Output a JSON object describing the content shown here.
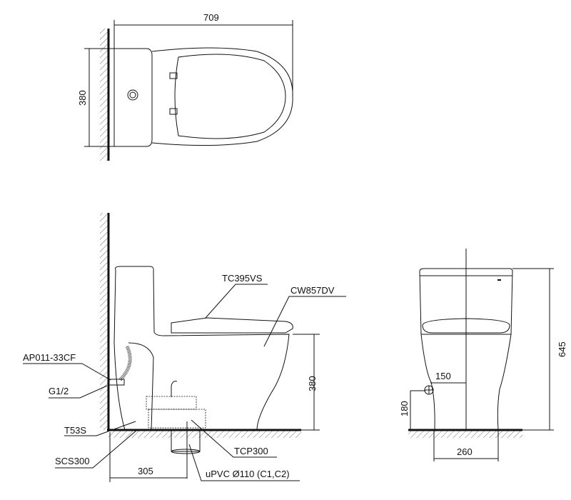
{
  "top_view": {
    "width_dim": "709",
    "depth_dim": "380"
  },
  "side_view": {
    "labels": {
      "seat": "TC395VS",
      "bowl": "CW857DV",
      "angle_valve": "AP011-33CF",
      "inlet": "G1/2",
      "bolt": "T53S",
      "flange": "SCS300",
      "connector": "TCP300",
      "pipe": "uPVC Ø110 (C1,C2)"
    },
    "seat_height_dim": "380",
    "rough_in_dim": "305"
  },
  "front_view": {
    "height_dim": "645",
    "inlet_offset_dim": "150",
    "inlet_height_dim": "180",
    "base_width_dim": "260"
  }
}
